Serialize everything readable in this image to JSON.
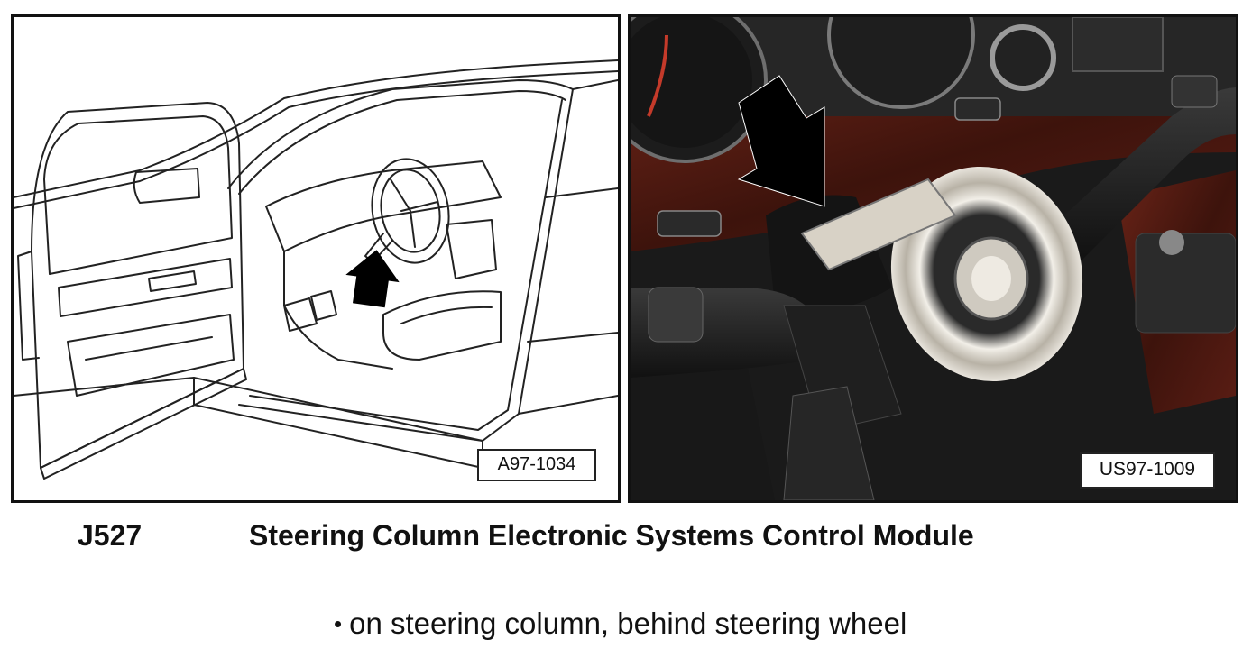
{
  "figures": {
    "left": {
      "id": "A97-1034",
      "kind": "line-drawing"
    },
    "right": {
      "id": "US97-1009",
      "kind": "photograph"
    }
  },
  "caption": {
    "code": "J527",
    "name": "Steering Column Electronic Systems Control Module"
  },
  "location_note": {
    "bullet": "•",
    "text": "on steering column, behind steering wheel"
  },
  "colors": {
    "border": "#111111",
    "wood_trim": "#5a1d14",
    "ring_chrome": "#d9d4cc"
  }
}
